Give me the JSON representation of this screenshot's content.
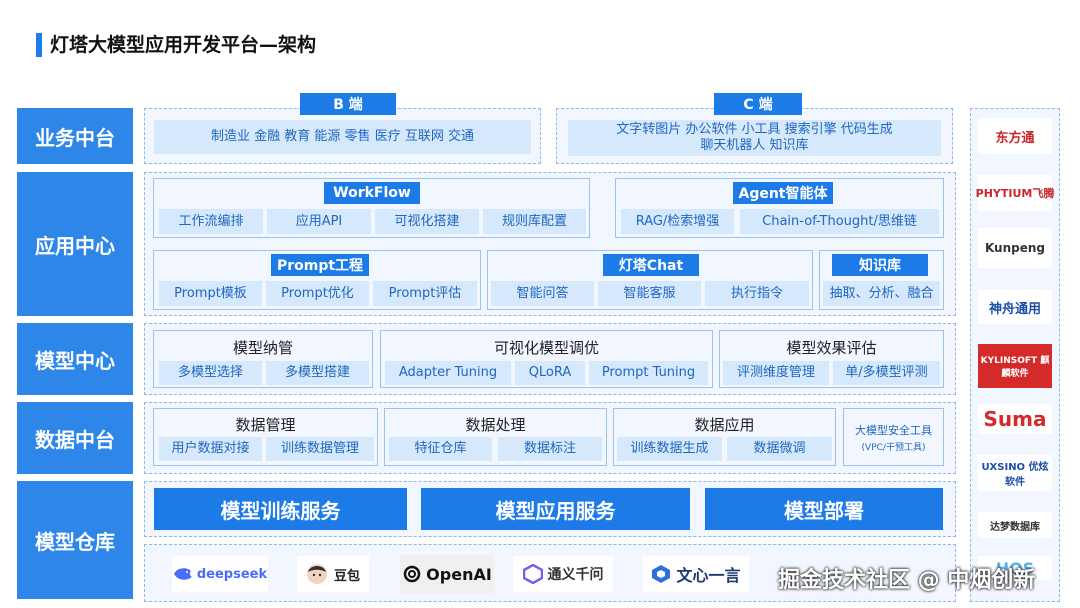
{
  "title": "灯塔大模型应用开发平台—架构",
  "layers": {
    "business": "业务中台",
    "application": "应用中心",
    "model": "模型中心",
    "data": "数据中台",
    "warehouse": "模型仓库"
  },
  "business": {
    "b_header": "B 端",
    "b_items": "制造业  金融  教育  能源  零售  医疗  互联网  交通",
    "c_header": "C 端",
    "c_line1": "文字转图片  办公软件  小工具  搜索引擎  代码生成",
    "c_line2": "聊天机器人  知识库"
  },
  "application": {
    "workflow": {
      "header": "WorkFlow",
      "items": [
        "工作流编排",
        "应用API",
        "可视化搭建",
        "规则库配置"
      ]
    },
    "agent": {
      "header": "Agent智能体",
      "items": [
        "RAG/检索增强",
        "Chain-of-Thought/思维链"
      ]
    },
    "prompt": {
      "header": "Prompt工程",
      "items": [
        "Prompt模板",
        "Prompt优化",
        "Prompt评估"
      ]
    },
    "chat": {
      "header": "灯塔Chat",
      "items": [
        "智能问答",
        "智能客服",
        "执行指令"
      ]
    },
    "kb": {
      "header": "知识库",
      "items": [
        "抽取、分析、融合"
      ]
    }
  },
  "model": {
    "manage": {
      "title": "模型纳管",
      "items": [
        "多模型选择",
        "多模型搭建"
      ]
    },
    "tune": {
      "title": "可视化模型调优",
      "items": [
        "Adapter Tuning",
        "QLoRA",
        "Prompt Tuning"
      ]
    },
    "eval": {
      "title": "模型效果评估",
      "items": [
        "评测维度管理",
        "单/多模型评测"
      ]
    }
  },
  "data": {
    "manage": {
      "title": "数据管理",
      "items": [
        "用户数据对接",
        "训练数据管理"
      ]
    },
    "process": {
      "title": "数据处理",
      "items": [
        "特征仓库",
        "数据标注"
      ]
    },
    "apply": {
      "title": "数据应用",
      "items": [
        "训练数据生成",
        "数据微调"
      ]
    },
    "security_line1": "大模型安全工具",
    "security_line2": "(VPC/干预工具)"
  },
  "warehouse": {
    "services": [
      "模型训练服务",
      "模型应用服务",
      "模型部署"
    ],
    "logos": [
      "deepseek",
      "豆包",
      "OpenAI",
      "通义千问",
      "文心一言"
    ]
  },
  "side_logos": [
    "东方通",
    "PHYTIUM飞腾",
    "Kunpeng",
    "神舟通用",
    "KYLINSOFT 麒麟软件",
    "Suma",
    "UXSINO 优炫软件",
    "达梦数据库",
    "HOS"
  ],
  "watermark": "掘金技术社区 @ 中烟创新",
  "colors": {
    "accent": "#1c7be6",
    "label_bg": "#2e87e8",
    "chip_bg": "#d6e8fb",
    "panel_bg": "#f2f7ff"
  }
}
